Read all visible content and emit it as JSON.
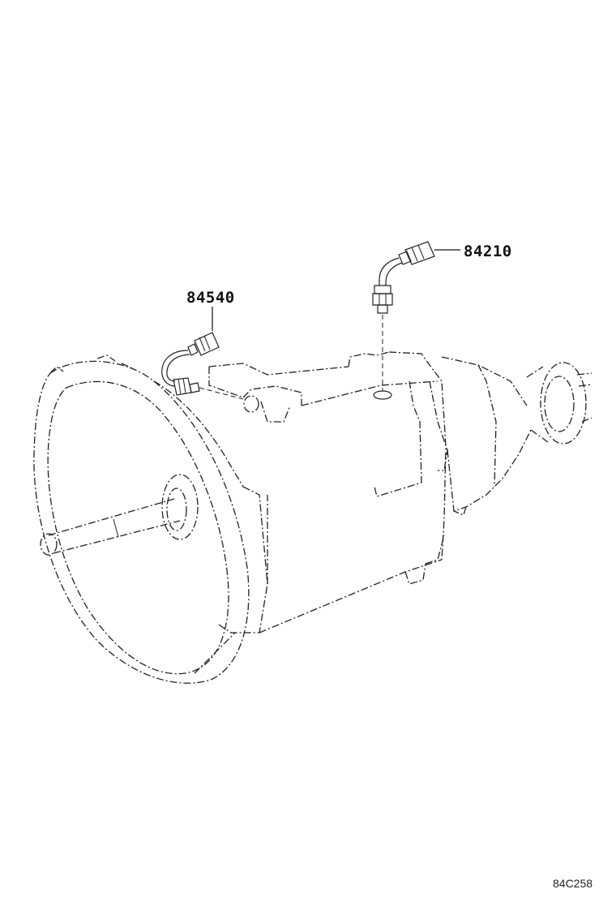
{
  "diagram": {
    "parts": [
      {
        "id": "84540",
        "label": "84540"
      },
      {
        "id": "84210",
        "label": "84210"
      }
    ],
    "reference_code": "84C258"
  }
}
